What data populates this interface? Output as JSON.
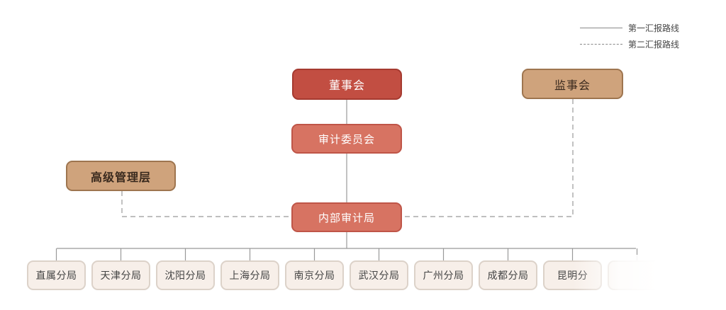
{
  "legend": {
    "first_line": "第一汇报路线",
    "second_line": "第二汇报路线"
  },
  "nodes": {
    "board": "董事会",
    "supervisors": "监事会",
    "audit_committee": "审计委员会",
    "senior_management": "高级管理层",
    "internal_audit": "内部审计局"
  },
  "branches": [
    "直属分局",
    "天津分局",
    "沈阳分局",
    "上海分局",
    "南京分局",
    "武汉分局",
    "广州分局",
    "成都分局",
    "昆明分",
    ""
  ],
  "colors": {
    "board": "#c24e42",
    "committee": "#d77362",
    "tan": "#cfa37c",
    "branch": "#f7efe9",
    "line": "#999999"
  }
}
